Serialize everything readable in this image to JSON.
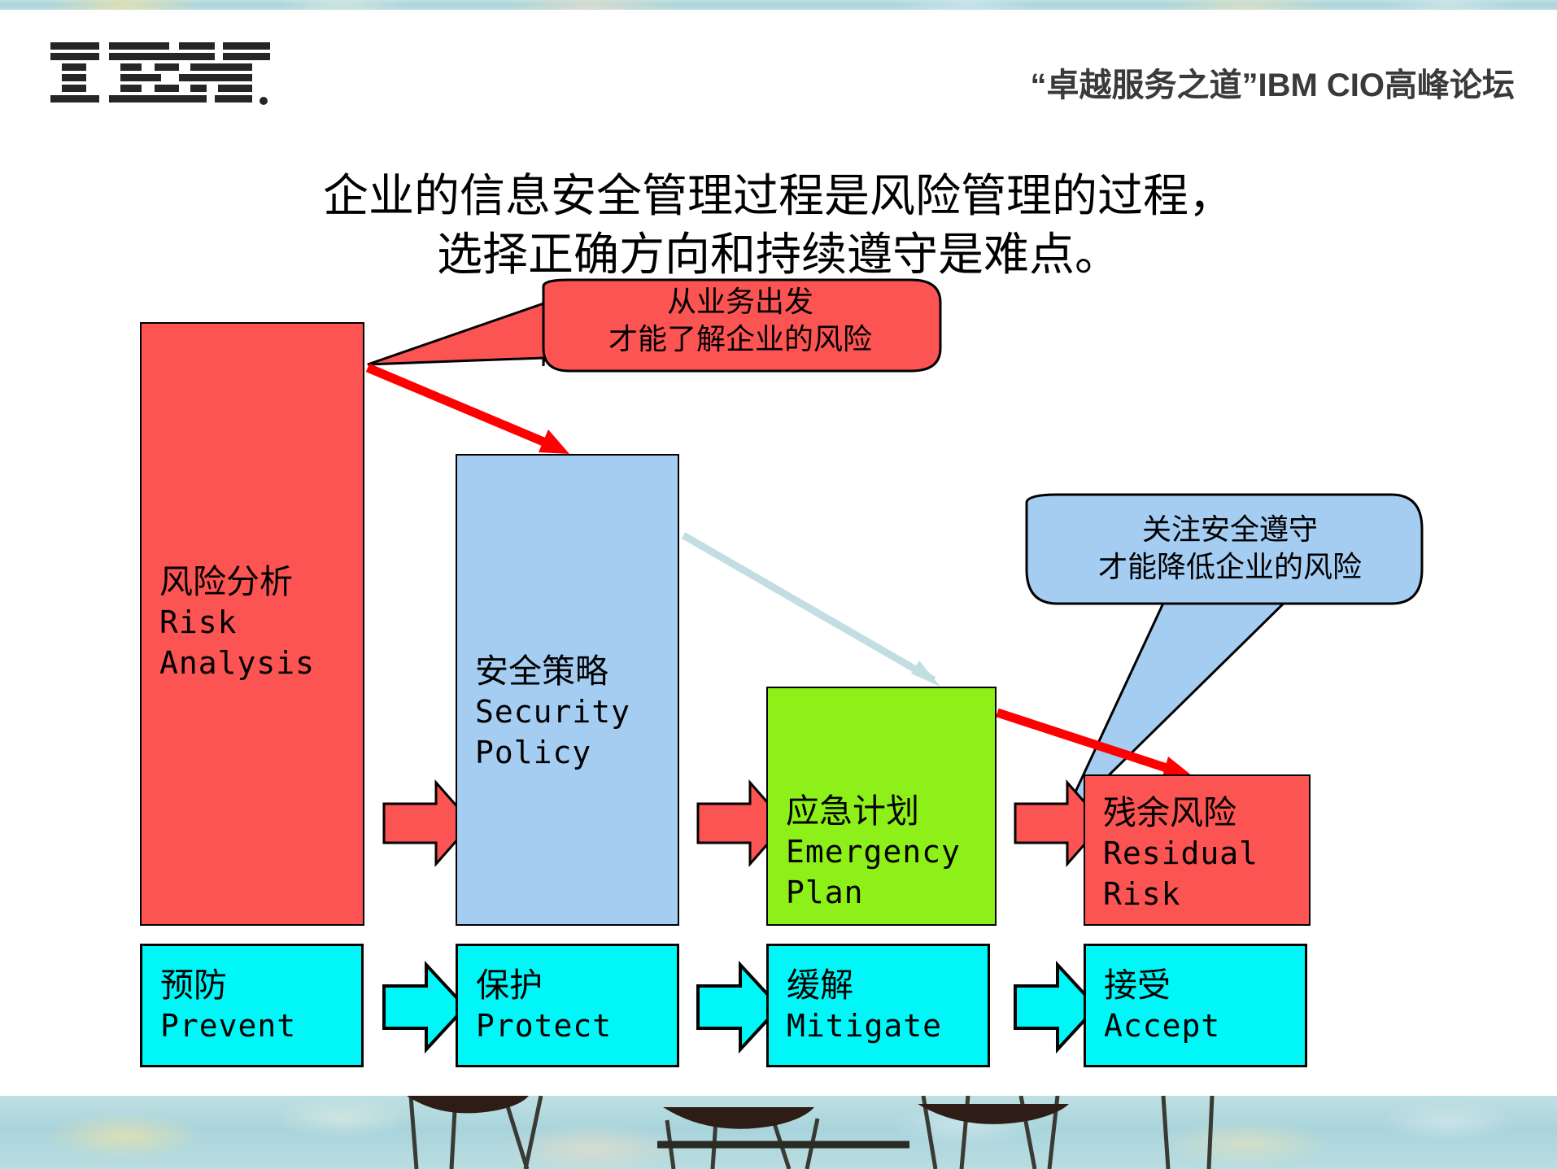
{
  "header": {
    "logo_name": "IBM",
    "forum_title": "“卓越服务之道”IBM CIO高峰论坛"
  },
  "title": {
    "line1": "企业的信息安全管理过程是风险管理的过程，",
    "line2": "选择正确方向和持续遵守是难点。"
  },
  "process_boxes": [
    {
      "id": "risk",
      "cn": "风险分析",
      "en_line1": "Risk",
      "en_line2": "Analysis",
      "color": "#fc5353"
    },
    {
      "id": "policy",
      "cn": "安全策略",
      "en_line1": "Security",
      "en_line2": "Policy",
      "color": "#a5cdf2"
    },
    {
      "id": "emergency",
      "cn": "应急计划",
      "en_line1": "Emergency",
      "en_line2": "Plan",
      "color": "#8df018"
    },
    {
      "id": "residual",
      "cn": "残余风险",
      "en_line1": "Residual",
      "en_line2": "Risk",
      "color": "#fc5353"
    }
  ],
  "action_boxes": [
    {
      "id": "prevent",
      "cn": "预防",
      "en": "Prevent",
      "color": "#00f7f7"
    },
    {
      "id": "protect",
      "cn": "保护",
      "en": "Protect",
      "color": "#00f7f7"
    },
    {
      "id": "mitigate",
      "cn": "缓解",
      "en": "Mitigate",
      "color": "#00f7f7"
    },
    {
      "id": "accept",
      "cn": "接受",
      "en": "Accept",
      "color": "#00f7f7"
    }
  ],
  "callouts": [
    {
      "id": "business-origin",
      "line1": "从业务出发",
      "line2": "才能了解企业的风险",
      "color": "#fc5353"
    },
    {
      "id": "security-compliance",
      "line1": "关注安全遵守",
      "line2": "才能降低企业的风险",
      "color": "#a5cdf2"
    }
  ],
  "connectors": [
    {
      "id": "risk-to-policy",
      "style": "red-arrow"
    },
    {
      "id": "policy-to-emergency",
      "style": "pale-blue-arrow"
    },
    {
      "id": "emergency-to-residual",
      "style": "red-arrow"
    }
  ],
  "colors": {
    "red": "#fc5353",
    "blue": "#a5cdf2",
    "green": "#8df018",
    "cyan": "#00f7f7",
    "pale_blue_arrow": "#c2dee2",
    "outline": "#000000",
    "header_text": "#3a3a3a"
  }
}
